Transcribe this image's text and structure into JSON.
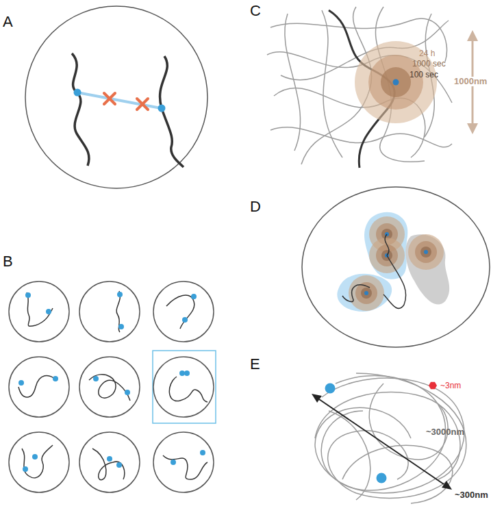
{
  "diagram": {
    "labels": [
      "A",
      "B",
      "C",
      "24 h",
      "1000 sec",
      "100 sec",
      "1000nm",
      "D",
      "E",
      "~3nm",
      "~3000nm",
      "~300nm"
    ]
  }
}
